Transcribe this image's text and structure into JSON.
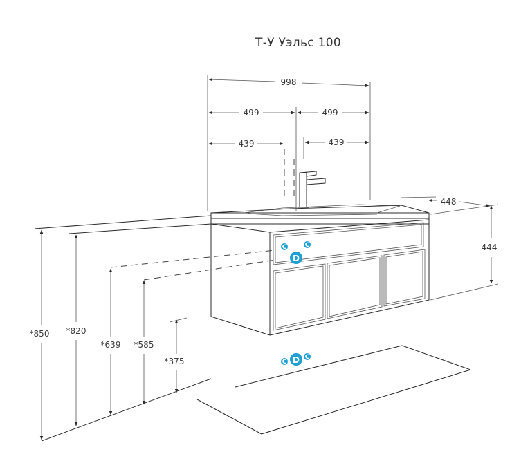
{
  "title": "Т-У Уэльс 100",
  "dimensions": {
    "total_width": "998",
    "half_left": "499",
    "half_right": "499",
    "offset_left": "439",
    "offset_right": "439",
    "depth": "448",
    "height": "444",
    "h850": "*850",
    "h820": "*820",
    "h639": "*639",
    "h585": "*585",
    "h375": "*375"
  },
  "connection_labels": {
    "cold": "C",
    "hot": "C",
    "drain": "D",
    "floor_left": "C",
    "floor_drain": "D",
    "floor_right": "C"
  },
  "colors": {
    "line": "#2b2b2b",
    "connection_point": "#1f9fd4"
  }
}
